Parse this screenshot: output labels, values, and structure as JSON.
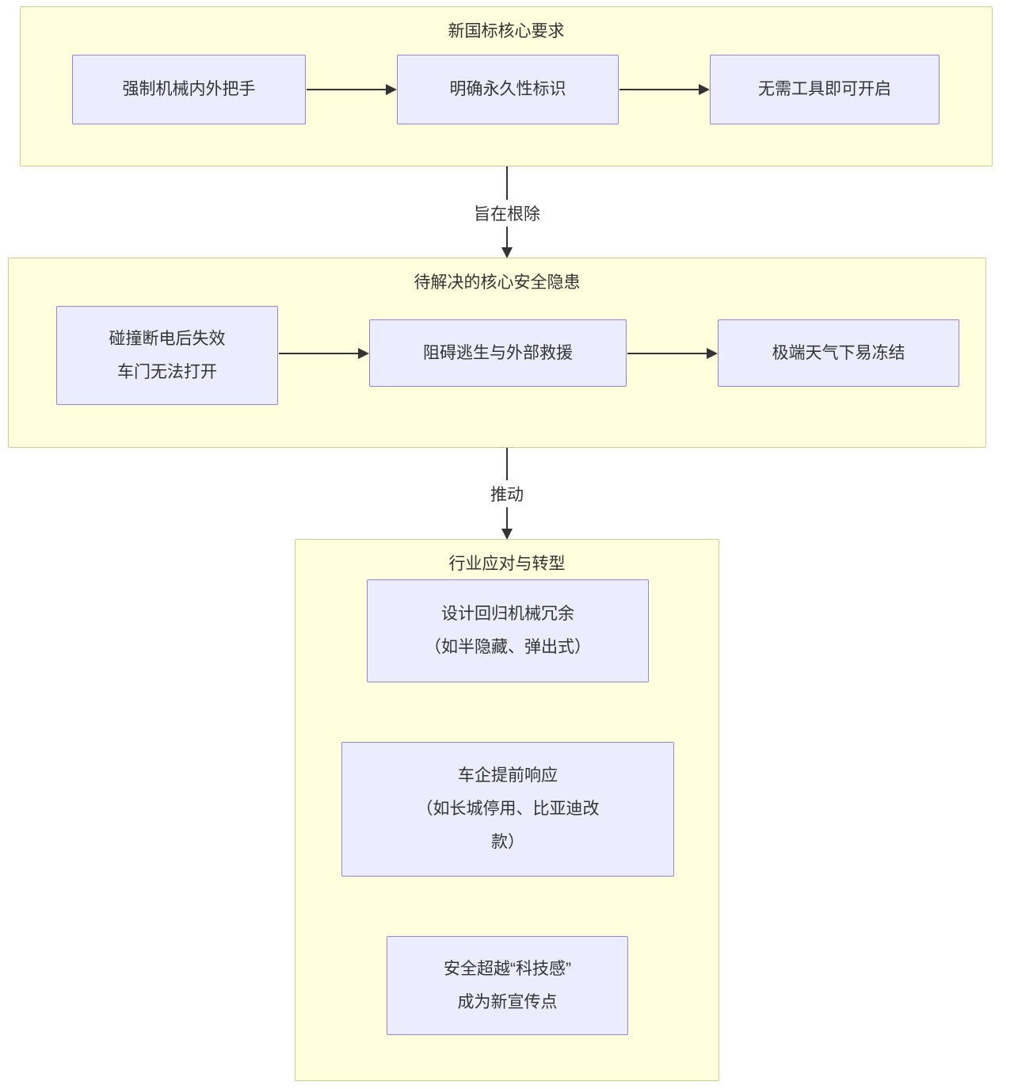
{
  "diagram": {
    "type": "flowchart",
    "colors": {
      "section_fill": "#ffffde",
      "section_border": "#cfcc93",
      "node_fill": "#ececff",
      "node_border": "#9883d1",
      "arrow": "#333333",
      "text": "#333333",
      "background": "#ffffff"
    },
    "sections": [
      {
        "title": "新国标核心要求",
        "nodes": [
          {
            "label": "强制机械内外把手"
          },
          {
            "label": "明确永久性标识"
          },
          {
            "label": "无需工具即可开启"
          }
        ]
      },
      {
        "title": "待解决的核心安全隐患",
        "nodes": [
          {
            "label": "碰撞断电后失效\n车门无法打开"
          },
          {
            "label": "阻碍逃生与外部救援"
          },
          {
            "label": "极端天气下易冻结"
          }
        ]
      },
      {
        "title": "行业应对与转型",
        "nodes": [
          {
            "label": "设计回归机械冗余\n（如半隐藏、弹出式）"
          },
          {
            "label": "车企提前响应\n（如长城停用、比亚迪改\n款）"
          },
          {
            "label": "安全超越“科技感”\n成为新宣传点"
          }
        ]
      }
    ],
    "connectors": [
      {
        "label": "旨在根除"
      },
      {
        "label": "推动"
      }
    ]
  }
}
